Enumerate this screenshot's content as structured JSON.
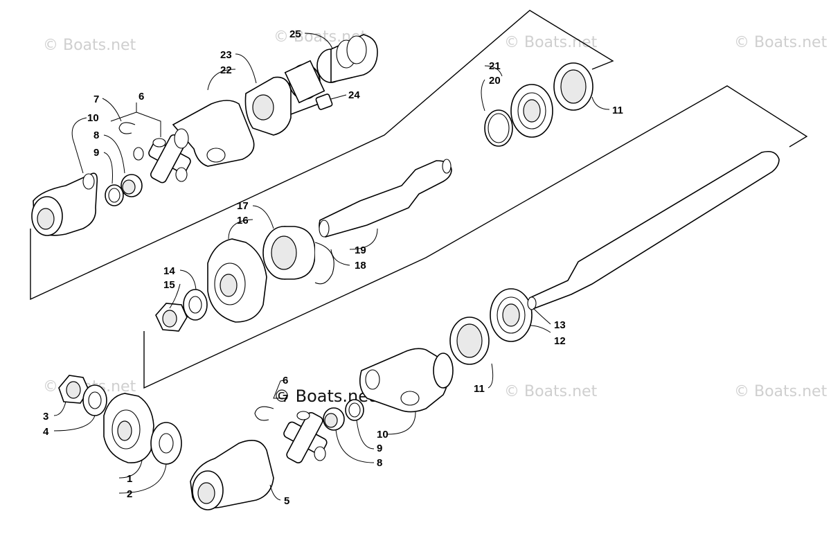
{
  "watermark": {
    "text": "© Boats.net",
    "primary": "© Boats.net"
  },
  "callouts": {
    "c1": "1",
    "c2": "2",
    "c3": "3",
    "c4": "4",
    "c5": "5",
    "c6a": "6",
    "c6b": "6",
    "c7a": "7",
    "c7b": "7",
    "c8a": "8",
    "c8b": "8",
    "c9a": "9",
    "c9b": "9",
    "c10a": "10",
    "c10b": "10",
    "c11a": "11",
    "c11b": "11",
    "c12": "12",
    "c13": "13",
    "c14": "14",
    "c15": "15",
    "c16": "16",
    "c17": "17",
    "c18": "18",
    "c19": "19",
    "c20": "20",
    "c21": "21",
    "c22": "22",
    "c23": "23",
    "c24": "24",
    "c25": "25"
  },
  "colors": {
    "ink": "#000000",
    "watermark": "#cfcfcf",
    "background": "#ffffff"
  }
}
